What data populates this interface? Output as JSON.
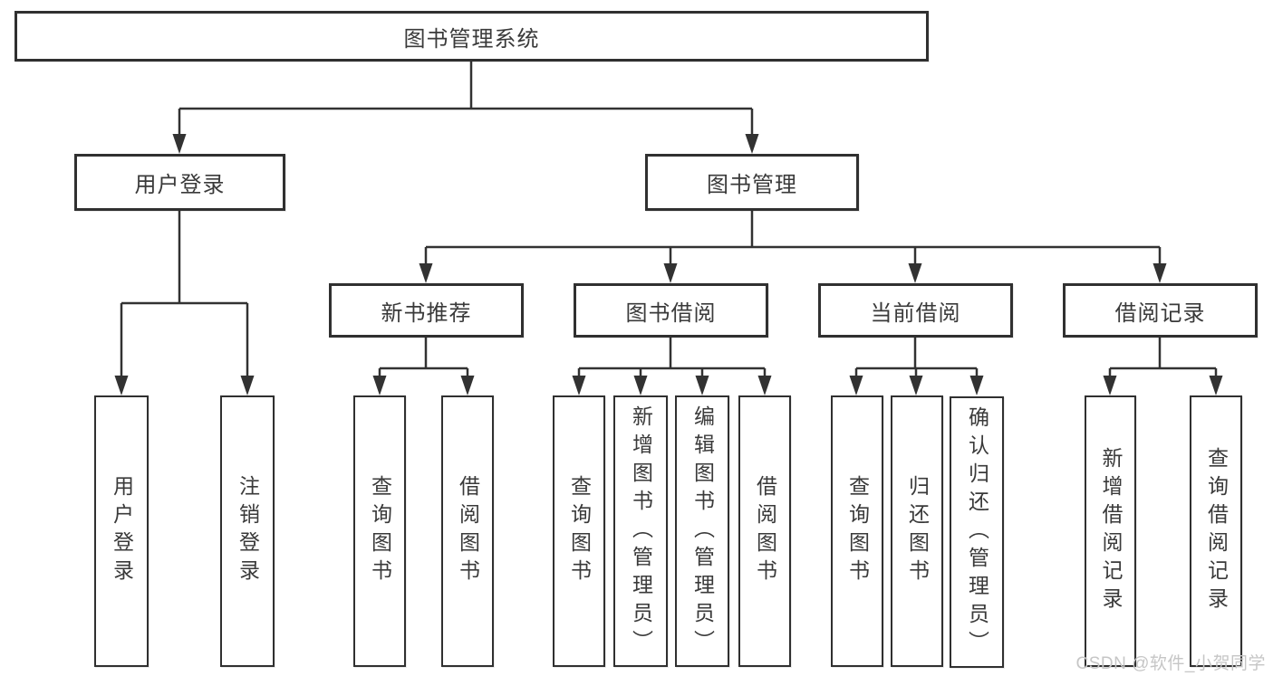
{
  "title": "图书管理系统",
  "tree": {
    "label": "图书管理系统",
    "children": [
      {
        "label": "用户登录",
        "children": [
          {
            "label": "用户登录"
          },
          {
            "label": "注销登录"
          }
        ]
      },
      {
        "label": "图书管理",
        "children": [
          {
            "label": "新书推荐",
            "children": [
              {
                "label": "查询图书"
              },
              {
                "label": "借阅图书"
              }
            ]
          },
          {
            "label": "图书借阅",
            "children": [
              {
                "label": "查询图书"
              },
              {
                "label": "新增图书（管理员）"
              },
              {
                "label": "编辑图书（管理员）"
              },
              {
                "label": "借阅图书"
              }
            ]
          },
          {
            "label": "当前借阅",
            "children": [
              {
                "label": "查询图书"
              },
              {
                "label": "归还图书"
              },
              {
                "label": "确认归还（管理员）"
              }
            ]
          },
          {
            "label": "借阅记录",
            "children": [
              {
                "label": "新增借阅记录"
              },
              {
                "label": "查询借阅记录"
              }
            ]
          }
        ]
      }
    ]
  },
  "watermark": {
    "text": "CSDN @软件_小贺同学"
  },
  "colors": {
    "line": "#323232",
    "box_border": "#303030",
    "text": "#3a3a3a",
    "watermark": "#c6c6c6",
    "background": "#ffffff"
  }
}
